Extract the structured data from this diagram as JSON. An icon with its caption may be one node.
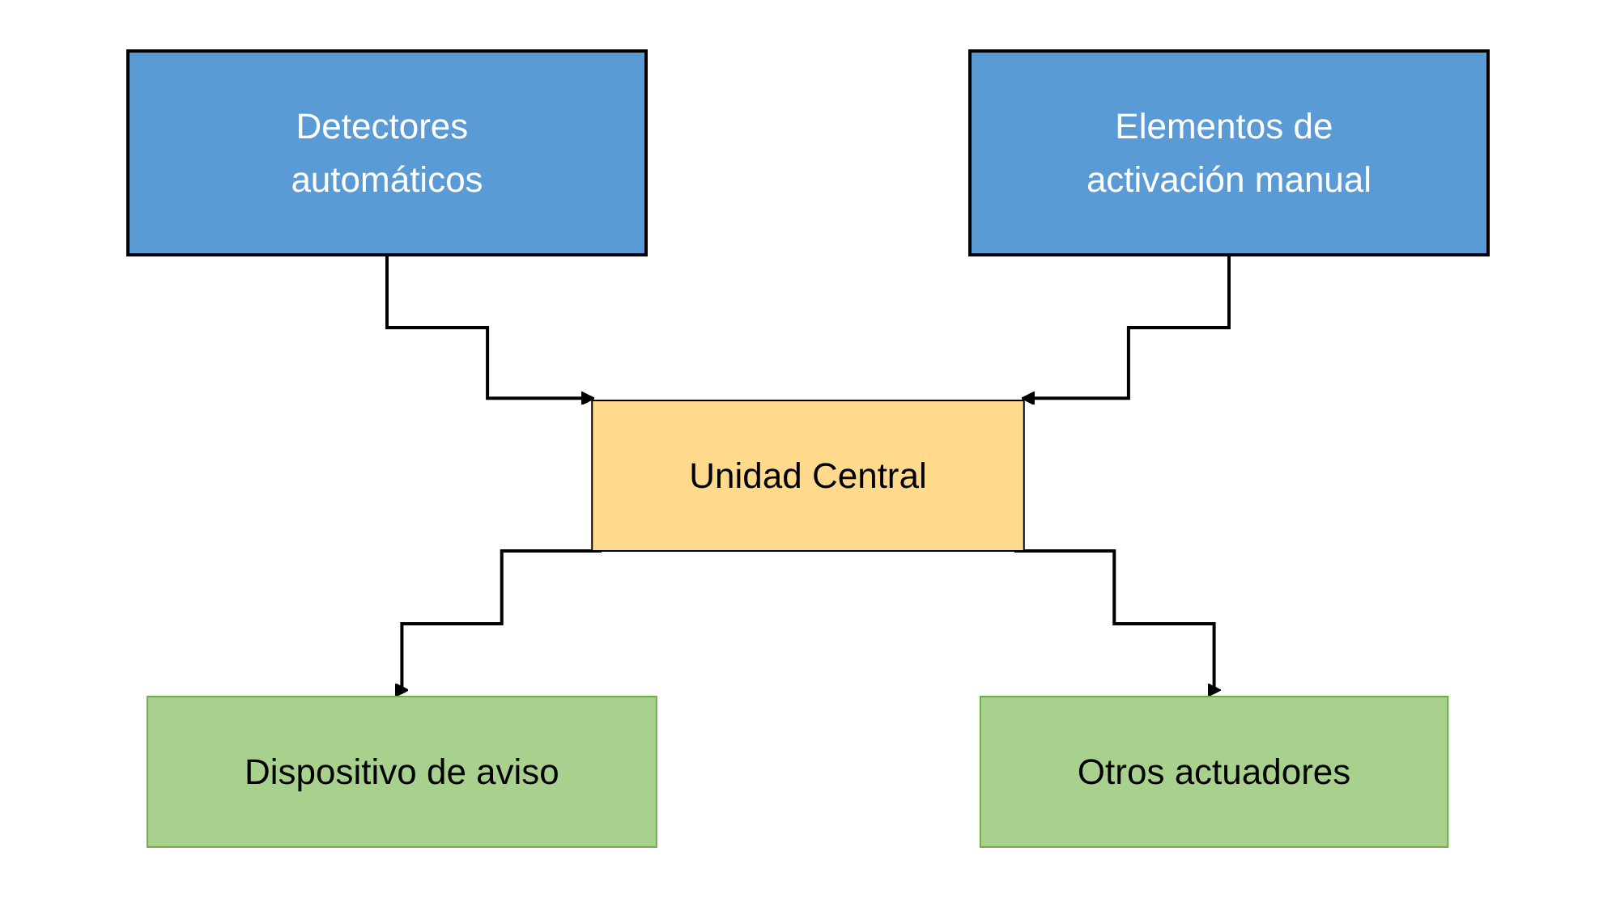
{
  "diagram": {
    "nodes": [
      {
        "text": [
          "Detectores automáticos"
        ]
      },
      {
        "text": [
          "Elementos de activación manual"
        ]
      },
      {
        "text": [
          "Unidad Central"
        ]
      },
      {
        "text": [
          "Dispositivo de aviso"
        ]
      },
      {
        "text": [
          "Otros actuadores"
        ]
      }
    ],
    "edges": [
      {
        "from": 0,
        "to": 2,
        "arrow": "to"
      },
      {
        "from": 1,
        "to": 2,
        "arrow": "to"
      },
      {
        "from": 2,
        "to": 3,
        "arrow": "to"
      },
      {
        "from": 2,
        "to": 4,
        "arrow": "to"
      }
    ]
  }
}
